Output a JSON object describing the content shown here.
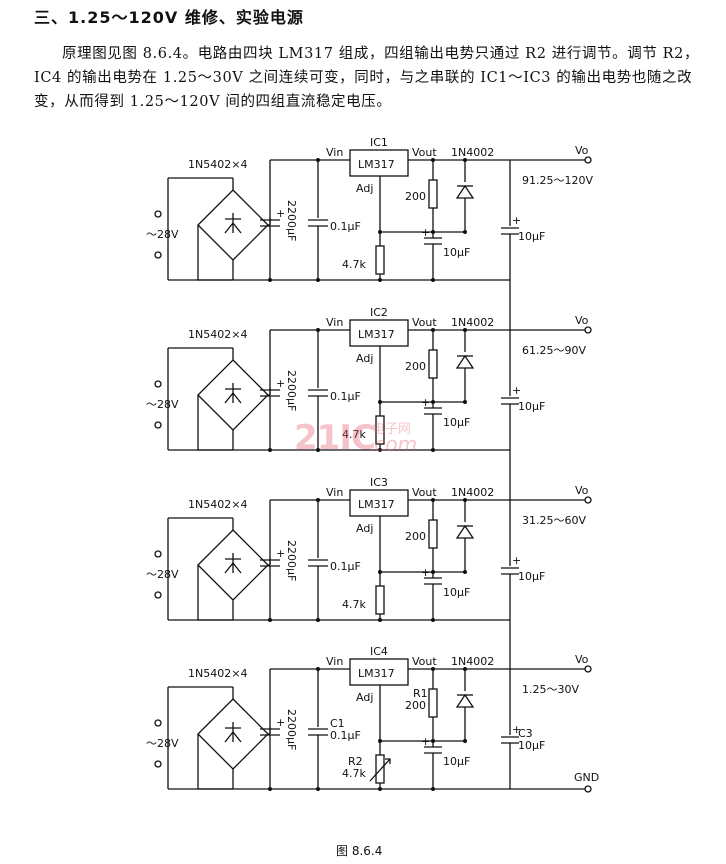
{
  "heading": "三、1.25～120V 维修、实验电源",
  "paragraph": "原理图见图 8.6.4。电路由四块 LM317 组成，四组输出电势只通过 R2 进行调节。调节 R2，IC4 的输出电势在 1.25～30V 之间连续可变，同时，与之串联的 IC1～IC3 的输出电势也随之改变，从而得到 1.25～120V 间的四组直流稳定电压。",
  "caption": "图 8.6.4",
  "watermark": {
    "main": "21IC",
    "sub": "电子网",
    "domain": ".com"
  },
  "common": {
    "bridge": "1N5402×4",
    "input": "～28V",
    "vin": "Vin",
    "vout": "Vout",
    "regulator": "LM317",
    "adj": "Adj",
    "diode": "1N4002",
    "bulk_cap": "2200μF",
    "cap_small": "0.1μF",
    "cap_adj": "10μF",
    "cap_out": "10μF",
    "r_top": "200",
    "r_bottom": "4.7k",
    "vo": "Vo"
  },
  "stages": [
    {
      "ic": "IC1",
      "range": "91.25～120V"
    },
    {
      "ic": "IC2",
      "range": "61.25～90V"
    },
    {
      "ic": "IC3",
      "range": "31.25～60V"
    },
    {
      "ic": "IC4",
      "range": "1.25～30V",
      "r1": "R1",
      "r2": "R2",
      "c1": "C1",
      "c3": "C3"
    }
  ],
  "gnd": "GND"
}
